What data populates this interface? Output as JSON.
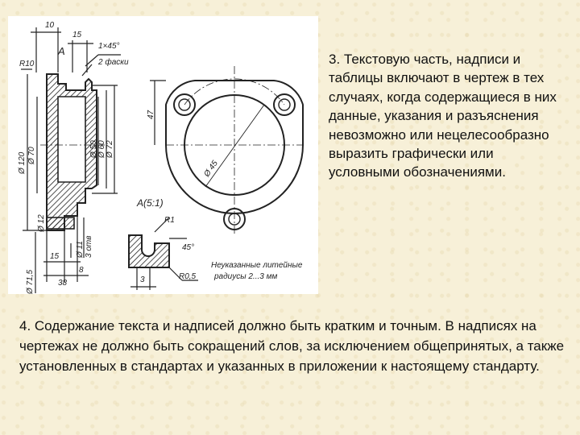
{
  "slide": {
    "point3_text": "3.  Текстовую часть, надписи и таблицы включают в чертеж в тех случаях, когда содержащиеся в них данные, указания и разъяснения невозможно или нецелесообразно выразить графически или условными обозначениями.",
    "point4_text": "4.  Содержание текста и надписей должно быть кратким и точным. В надписях на чертежах не должно быть сокращений слов, за исключением общепринятых, а также установленных в стандартах и указанных в приложении к настоящему стандарту."
  },
  "drawing": {
    "dims": {
      "d10": "10",
      "d15_top": "15",
      "chamfer": "1×45°",
      "chamfers_note": "2 фаски",
      "label_A": "A",
      "radius_r10": "R10",
      "d_120": "Ø 120",
      "d_70": "Ø 70",
      "d_50": "Ø 50",
      "d_60": "Ø 60",
      "d_72": "Ø 72",
      "d_12": "Ø 12",
      "d_11": "Ø 11",
      "holes_note": "3 отв",
      "d15_bottom": "15",
      "d8": "8",
      "d38": "38",
      "d_71_5": "Ø 71,5",
      "d47": "47",
      "d_45": "Ø 45",
      "view_A": "A(5:1)",
      "radius_r1": "R1",
      "angle_45": "45°",
      "radius_r05": "R0,5",
      "d3": "3",
      "radius_note_line1": "Неуказанные литейные",
      "radius_note_line2": "радиусы 2...3 мм"
    }
  }
}
